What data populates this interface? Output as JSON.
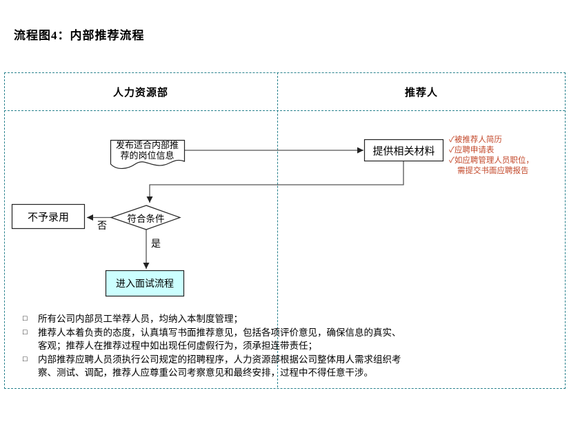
{
  "page": {
    "title": "流程图4：内部推荐流程"
  },
  "lanes": {
    "hr": "人力资源部",
    "referrer": "推荐人"
  },
  "flow": {
    "publish_line1": "发布适合内部推",
    "publish_line2": "荐的岗位信息",
    "provide": "提供相关材料",
    "decision": "符合条件",
    "no": "否",
    "yes": "是",
    "reject": "不予录用",
    "interview": "进入面试流程",
    "checklist": [
      "✓被推荐人简历",
      "✓应聘申请表",
      "✓如应聘管理人员职位，",
      "需提交书面应聘报告"
    ]
  },
  "notes": {
    "bullet": "□",
    "items": [
      "所有公司内部员工举荐人员，均纳入本制度管理；",
      "推荐人本着负责的态度，认真填写书面推荐意见，包括各项评价意见，确保信息的真实、客观；推荐人在推荐过程中如出现任何虚假行为，须承担连带责任；",
      "内部推荐应聘人员须执行公司规定的招聘程序，人力资源部根据公司整体用人需求组织考察、测试、调配，推荐人应尊重公司考察意见和最终安排，过程中不得任意干涉。"
    ]
  },
  "colors": {
    "lane_border": "#26808c",
    "checklist_text": "#c3492b",
    "interview_fill": "#ccffff",
    "shape_stroke": "#222222",
    "connector": "#555555"
  }
}
